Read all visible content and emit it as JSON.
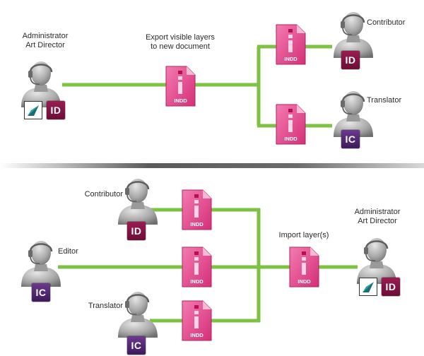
{
  "top": {
    "source": {
      "role_line1": "Administrator",
      "role_line2": "Art Director",
      "badge_app": "ID"
    },
    "action_line1": "Export visible layers",
    "action_line2": "to new document",
    "doc_label": "INDD",
    "targets": [
      {
        "role": "Contributor",
        "badge_app": "ID"
      },
      {
        "role": "Translator",
        "badge_app": "IC"
      }
    ]
  },
  "bottom": {
    "sources": [
      {
        "role": "Contributor",
        "badge_app": "ID"
      },
      {
        "role": "Editor",
        "badge_app": "IC"
      },
      {
        "role": "Translator",
        "badge_app": "IC"
      }
    ],
    "action": "Import layer(s)",
    "doc_label": "INDD",
    "target": {
      "role_line1": "Administrator",
      "role_line2": "Art Director",
      "badge_app": "ID"
    }
  },
  "colors": {
    "connector": "#7dc242",
    "document": "#e2478a",
    "indesign": "#8a1846",
    "incopy": "#4e2773",
    "divider": "#808080",
    "person": "#9a9a9a"
  },
  "icons": {
    "person": "user-headset-icon",
    "document": "indd-document-icon",
    "logo": "workflow-logo-icon"
  }
}
